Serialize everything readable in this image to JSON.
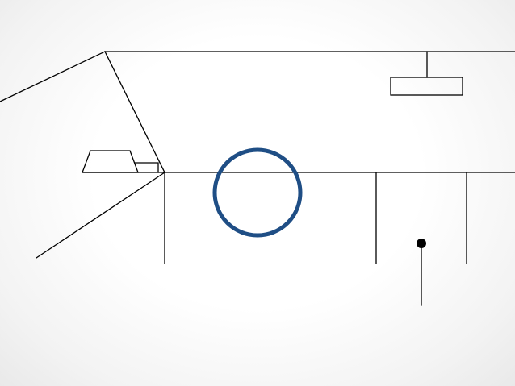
{
  "slide": {
    "background": "#ffffff"
  },
  "diagram": {
    "line_color": "#000000",
    "accent_color": "#1f4e85",
    "elements": [
      {
        "name": "ceiling-line",
        "kind": "line"
      },
      {
        "name": "ceiling-light-fixture",
        "kind": "rect"
      },
      {
        "name": "left-wall-upper-edge",
        "kind": "line"
      },
      {
        "name": "left-wall-lower-edge",
        "kind": "line"
      },
      {
        "name": "floor-line",
        "kind": "line"
      },
      {
        "name": "trapezoid-object",
        "kind": "shape"
      },
      {
        "name": "highlight-circle",
        "kind": "circle"
      },
      {
        "name": "pin-marker",
        "kind": "dot"
      }
    ]
  }
}
